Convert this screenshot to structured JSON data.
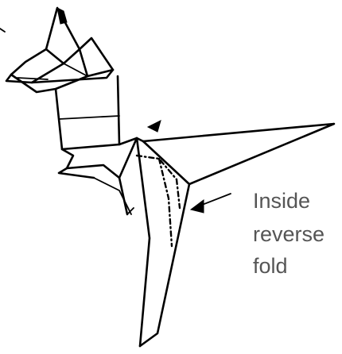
{
  "annotation": {
    "lines": [
      "Inside",
      "reverse",
      "fold"
    ]
  },
  "colors": {
    "ink": "#000000",
    "label_text": "#555555",
    "background": "#ffffff"
  }
}
